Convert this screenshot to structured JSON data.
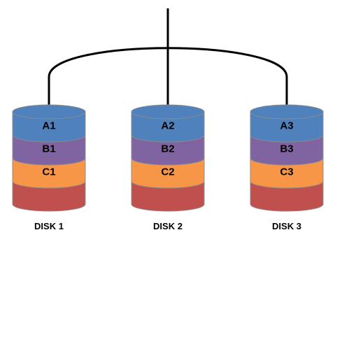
{
  "colors": {
    "layer_a": "#4f81bd",
    "layer_b": "#8064a2",
    "layer_c": "#f79646",
    "layer_d": "#c0504d",
    "stroke": "#8c8c8c",
    "connector": "#000000",
    "text": "#000000"
  },
  "disks": [
    {
      "label": "DISK 1",
      "segments": [
        {
          "label": "A1",
          "color_key": "layer_a"
        },
        {
          "label": "B1",
          "color_key": "layer_b"
        },
        {
          "label": "C1",
          "color_key": "layer_c"
        },
        {
          "label": "",
          "color_key": "layer_d"
        }
      ]
    },
    {
      "label": "DISK 2",
      "segments": [
        {
          "label": "A2",
          "color_key": "layer_a"
        },
        {
          "label": "B2",
          "color_key": "layer_b"
        },
        {
          "label": "C2",
          "color_key": "layer_c"
        },
        {
          "label": "",
          "color_key": "layer_d"
        }
      ]
    },
    {
      "label": "DISK 3",
      "segments": [
        {
          "label": "A3",
          "color_key": "layer_a"
        },
        {
          "label": "B3",
          "color_key": "layer_b"
        },
        {
          "label": "C3",
          "color_key": "layer_c"
        },
        {
          "label": "",
          "color_key": "layer_d"
        }
      ]
    }
  ]
}
